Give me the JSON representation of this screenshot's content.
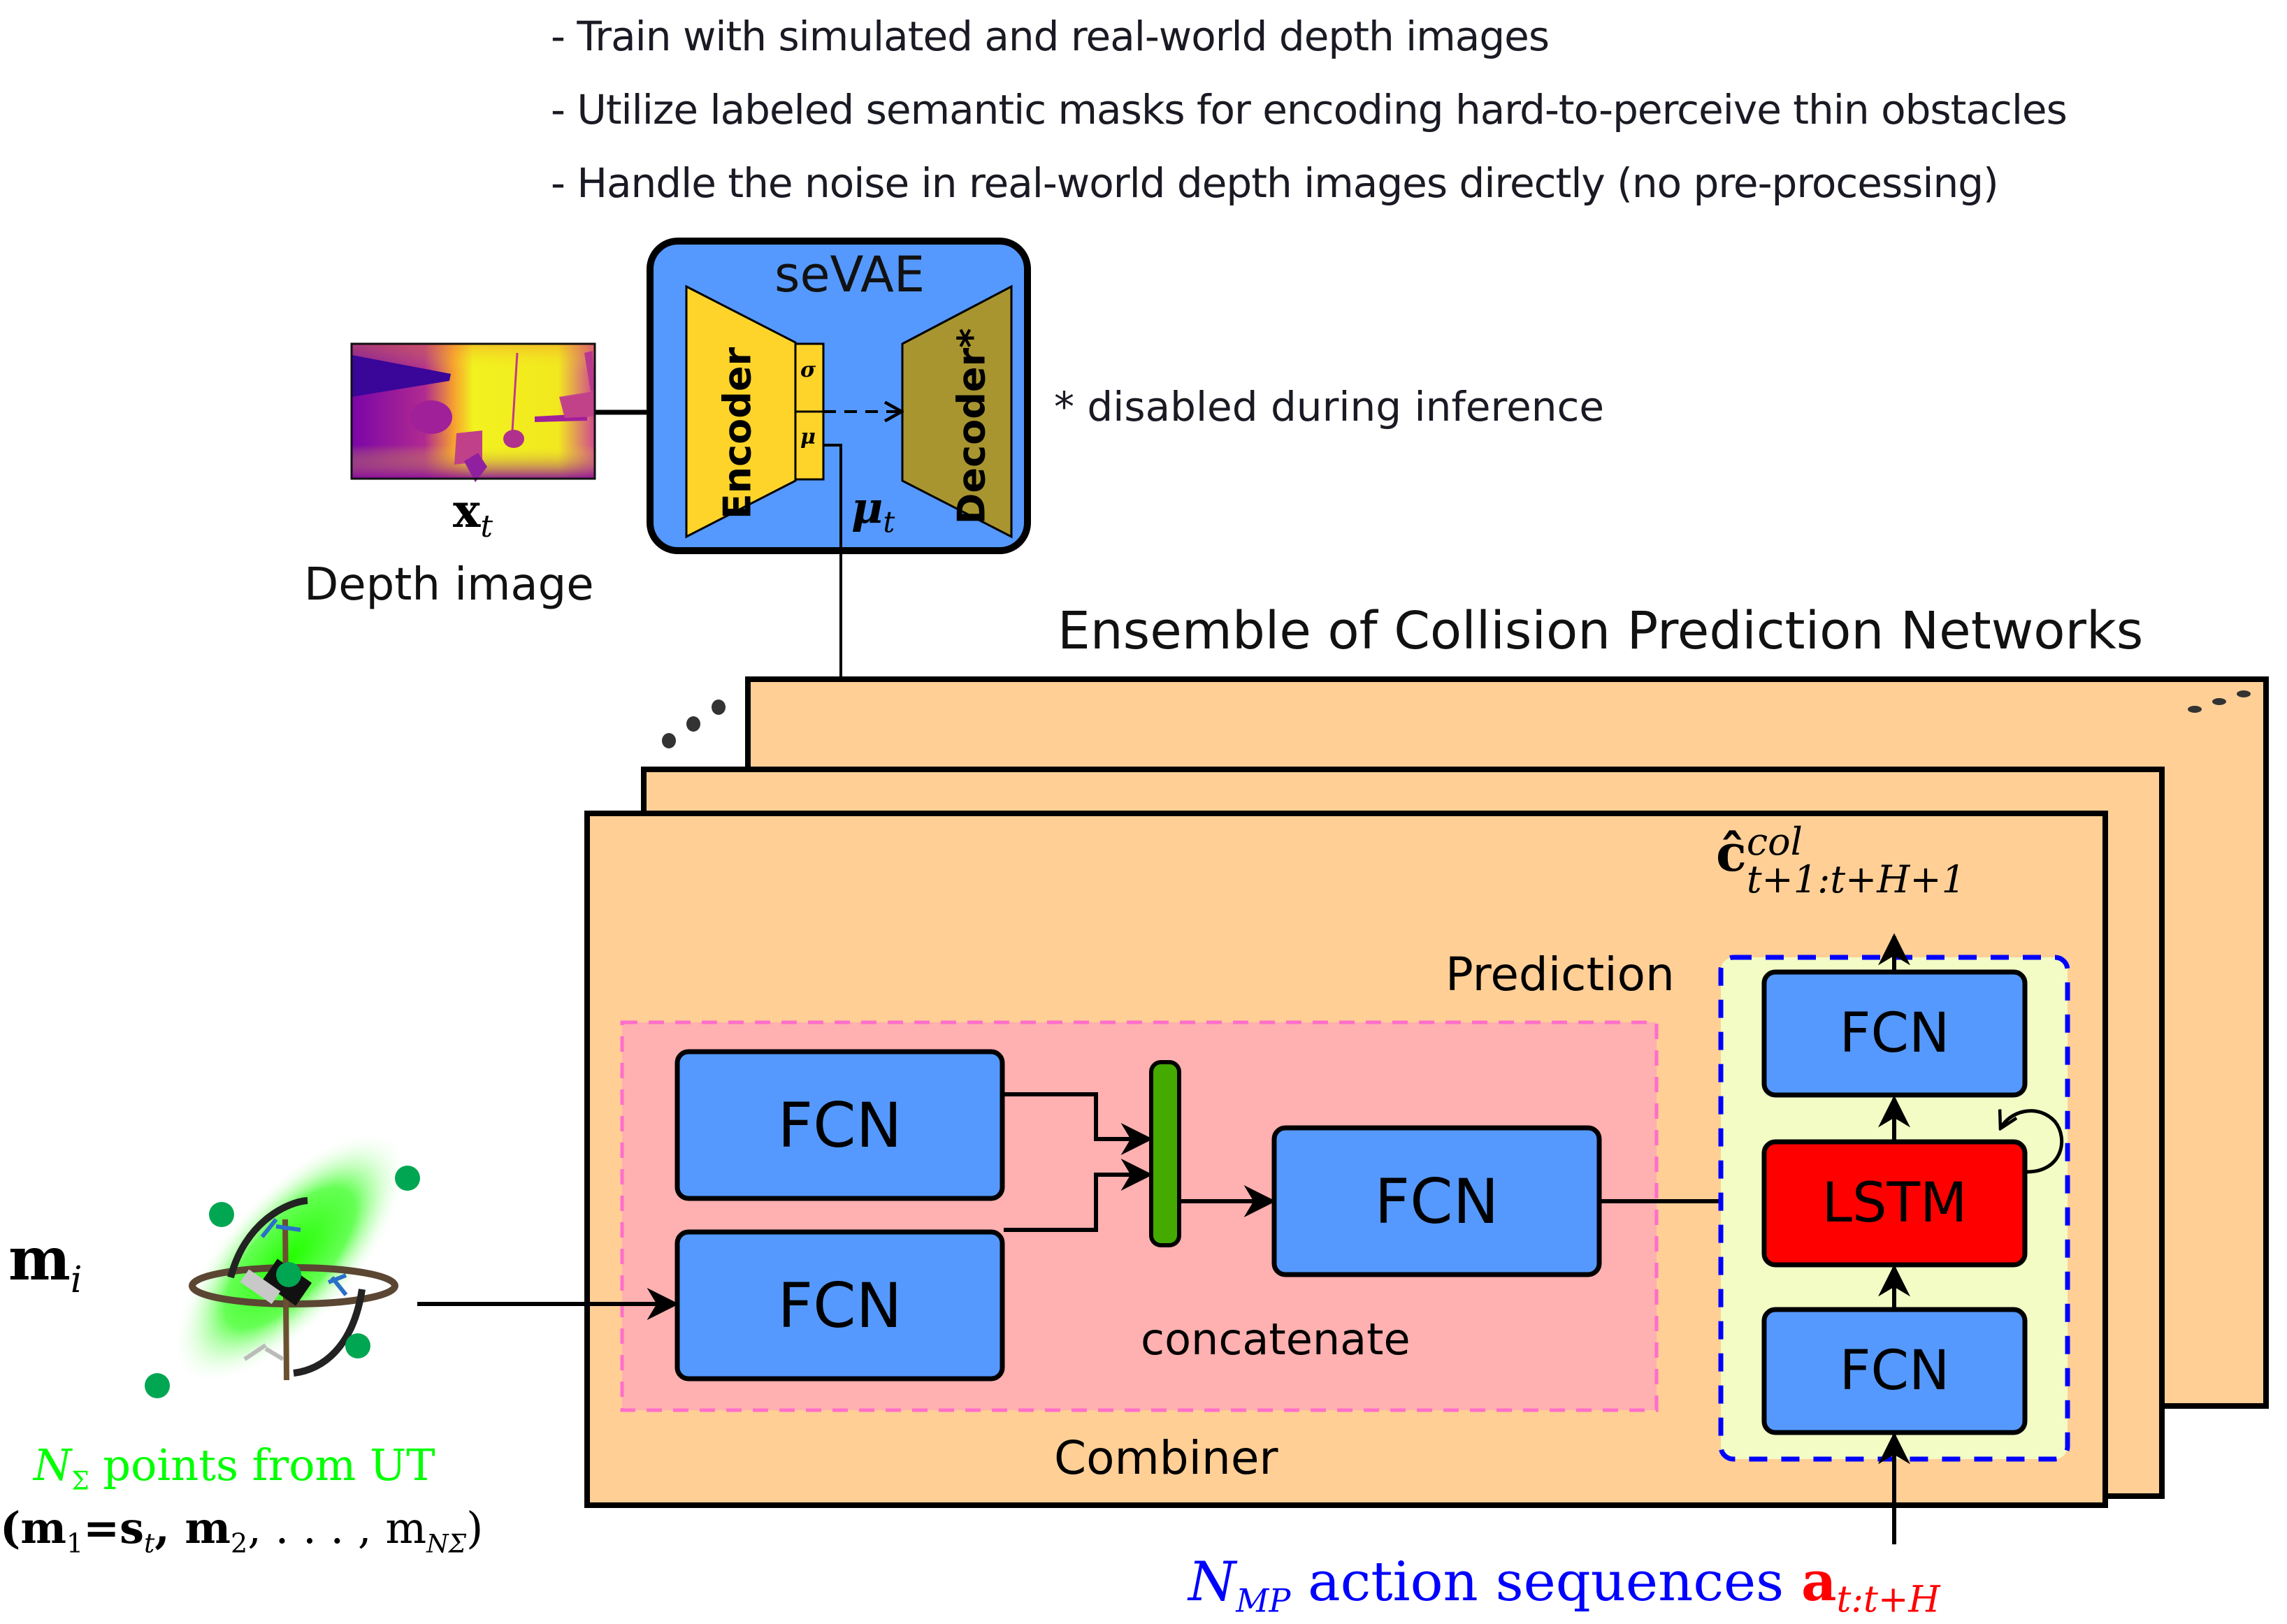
{
  "bullets": [
    "- Train with simulated and real-world depth images",
    "- Utilize labeled semantic masks for encoding hard-to-perceive thin obstacles",
    "- Handle the noise in real-world depth images directly (no pre-processing)"
  ],
  "depth_image": {
    "symbol": "x",
    "subscript": "t",
    "caption": "Depth image"
  },
  "sevae": {
    "title": "seVAE",
    "encoder_label": "Encoder",
    "decoder_label": "Decoder*",
    "sigma_label": "σ",
    "mu_label": "μ",
    "output_symbol": "μ",
    "output_subscript": "t",
    "footnote": "* disabled during inference"
  },
  "ensemble": {
    "title": "Ensemble of Collision Prediction Networks",
    "ellipsis": "..."
  },
  "combiner": {
    "label": "Combiner",
    "fcn_top_label": "FCN",
    "fcn_bottom_label": "FCN",
    "fcn_merge_label": "FCN",
    "concat_label": "concatenate"
  },
  "prediction": {
    "label": "Prediction",
    "fcn_top_label": "FCN",
    "lstm_label": "LSTM",
    "fcn_bottom_label": "FCN",
    "output_symbol": "ĉ",
    "output_superscript": "col",
    "output_subscript": "t+1:t+H+1"
  },
  "robot_input": {
    "symbol": "m",
    "subscript": "i",
    "ut_label_prefix": "N",
    "ut_label_sub": "Σ",
    "ut_label_text": " points from UT",
    "set_text_parts": [
      "(m",
      "1",
      "=s",
      "t",
      ",  m",
      "2",
      ", . . . ,  m",
      "NΣ",
      ")"
    ]
  },
  "action_input": {
    "n_symbol": "N",
    "n_subscript": "MP",
    "text": " action sequences ",
    "a_symbol": "a",
    "a_subscript": "t:t+H"
  },
  "colors": {
    "network_blue": "#5599ff",
    "encoder_yellow": "#ffd42a",
    "decoder_olive": "#a89530",
    "ensemble_orange": "#ffcf96",
    "combiner_pink": "#ffb0b0",
    "combiner_border": "#ff6ecb",
    "prediction_bg": "#f2fcc4",
    "prediction_border": "#0000ff",
    "lstm_red": "#ff0000",
    "concat_green": "#44aa00",
    "ut_green": "#00ff00",
    "sigma_point": "#00a651",
    "action_blue": "#0000ff",
    "action_red": "#ff0000"
  }
}
